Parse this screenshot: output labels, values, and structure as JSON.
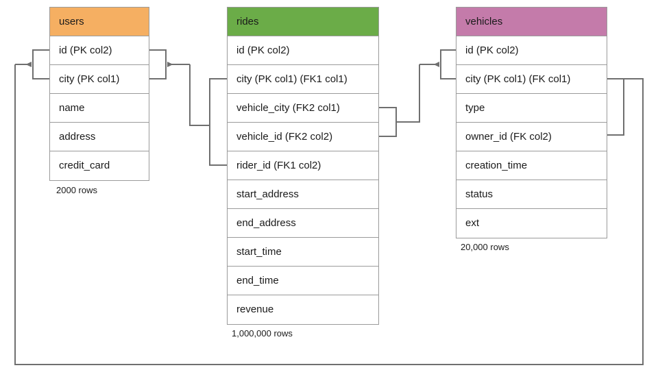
{
  "diagram": {
    "title": "Database schema relationship diagram",
    "background": "#ffffff",
    "line_color": "#6f6f6f",
    "border_color": "#9a9a9a"
  },
  "tables": [
    {
      "id": "users",
      "name": "users",
      "header_color": "#f5af62",
      "row_count_label": "2000 rows",
      "columns": [
        "id (PK col2)",
        "city (PK col1)",
        "name",
        "address",
        "credit_card"
      ]
    },
    {
      "id": "rides",
      "name": "rides",
      "header_color": "#6bac48",
      "row_count_label": "1,000,000 rows",
      "columns": [
        "id (PK col2)",
        "city (PK col1) (FK1 col1)",
        "vehicle_city (FK2 col1)",
        "vehicle_id (FK2 col2)",
        "rider_id (FK1 col2)",
        "start_address",
        "end_address",
        "start_time",
        "end_time",
        "revenue"
      ]
    },
    {
      "id": "vehicles",
      "name": "vehicles",
      "header_color": "#c47baa",
      "row_count_label": "20,000 rows",
      "columns": [
        "id (PK col2)",
        "city (PK col1) (FK col1)",
        "type",
        "owner_id (FK col2)",
        "creation_time",
        "status",
        "ext"
      ]
    }
  ],
  "relationships": [
    {
      "id": "rides-to-users",
      "from_table": "rides",
      "from_columns": [
        "city (PK col1) (FK1 col1)",
        "rider_id (FK1 col2)"
      ],
      "to_table": "users",
      "to_columns": [
        "id (PK col2)",
        "city (PK col1)"
      ],
      "constraint": "FK1"
    },
    {
      "id": "rides-to-vehicles",
      "from_table": "rides",
      "from_columns": [
        "vehicle_city (FK2 col1)",
        "vehicle_id (FK2 col2)"
      ],
      "to_table": "vehicles",
      "to_columns": [
        "id (PK col2)",
        "city (PK col1) (FK col1)"
      ],
      "constraint": "FK2"
    },
    {
      "id": "vehicles-to-users",
      "from_table": "vehicles",
      "from_columns": [
        "city (PK col1) (FK col1)",
        "owner_id (FK col2)"
      ],
      "to_table": "users",
      "to_columns": [
        "id (PK col2)",
        "city (PK col1)"
      ],
      "constraint": "FK"
    }
  ]
}
